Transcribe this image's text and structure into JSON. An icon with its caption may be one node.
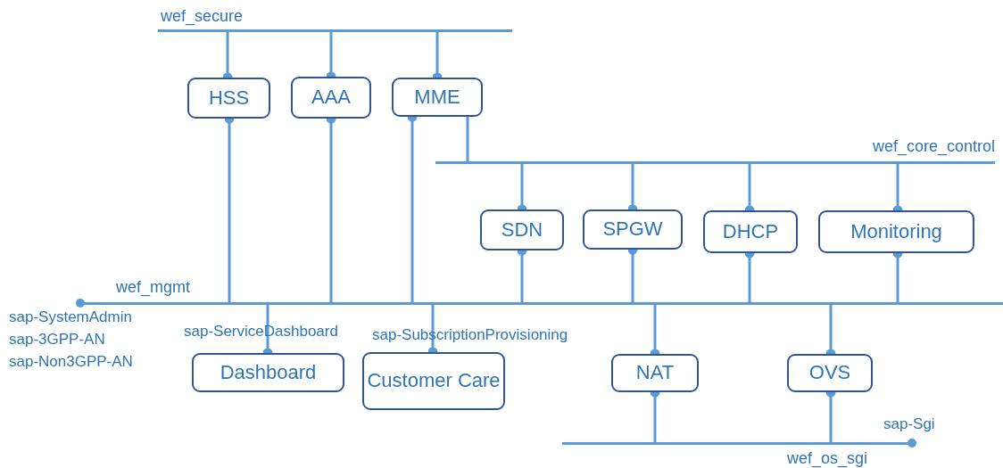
{
  "diagram": {
    "nodes": [
      {
        "text": [
          "wef_secure"
        ]
      },
      {
        "text": [
          "HSS"
        ]
      },
      {
        "text": [
          "AAA"
        ]
      },
      {
        "text": [
          "MME"
        ]
      },
      {
        "text": [
          "wef_core_control"
        ]
      },
      {
        "text": [
          "SDN"
        ]
      },
      {
        "text": [
          "SPGW"
        ]
      },
      {
        "text": [
          "DHCP"
        ]
      },
      {
        "text": [
          "Monitoring"
        ]
      },
      {
        "text": [
          "wef_mgmt"
        ],
        "beside": [
          "sap-SystemAdmin",
          "sap-3GPP-AN",
          "sap-Non3GPP-AN"
        ]
      },
      {
        "text": [
          "Dashboard"
        ],
        "beside": [
          "sap-ServiceDashboard"
        ]
      },
      {
        "text": [
          "Customer Care"
        ],
        "beside": [
          "sap-SubscriptionProvisioning"
        ]
      },
      {
        "text": [
          "NAT"
        ]
      },
      {
        "text": [
          "OVS"
        ]
      },
      {
        "text": [
          "wef_os_sgi"
        ],
        "beside": [
          "sap-Sgi"
        ]
      }
    ],
    "edges": [
      {
        "from": 0,
        "to": 1,
        "arrow": "other"
      },
      {
        "from": 0,
        "to": 2,
        "arrow": "other"
      },
      {
        "from": 0,
        "to": 3,
        "arrow": "other"
      },
      {
        "from": 3,
        "to": 4,
        "arrow": "none"
      },
      {
        "from": 4,
        "to": 5,
        "arrow": "other"
      },
      {
        "from": 4,
        "to": 6,
        "arrow": "other"
      },
      {
        "from": 4,
        "to": 7,
        "arrow": "other"
      },
      {
        "from": 4,
        "to": 8,
        "arrow": "other"
      },
      {
        "from": 9,
        "to": 1,
        "arrow": "other"
      },
      {
        "from": 9,
        "to": 2,
        "arrow": "other"
      },
      {
        "from": 9,
        "to": 3,
        "arrow": "other"
      },
      {
        "from": 9,
        "to": 5,
        "arrow": "other"
      },
      {
        "from": 9,
        "to": 6,
        "arrow": "other"
      },
      {
        "from": 9,
        "to": 7,
        "arrow": "other"
      },
      {
        "from": 9,
        "to": 8,
        "arrow": "other"
      },
      {
        "from": 9,
        "to": 10,
        "arrow": "other"
      },
      {
        "from": 9,
        "to": 11,
        "arrow": "other"
      },
      {
        "from": 9,
        "to": 12,
        "arrow": "other"
      },
      {
        "from": 9,
        "to": 13,
        "arrow": "other"
      },
      {
        "from": 14,
        "to": 12,
        "arrow": "other"
      },
      {
        "from": 14,
        "to": 13,
        "arrow": "other"
      }
    ]
  }
}
